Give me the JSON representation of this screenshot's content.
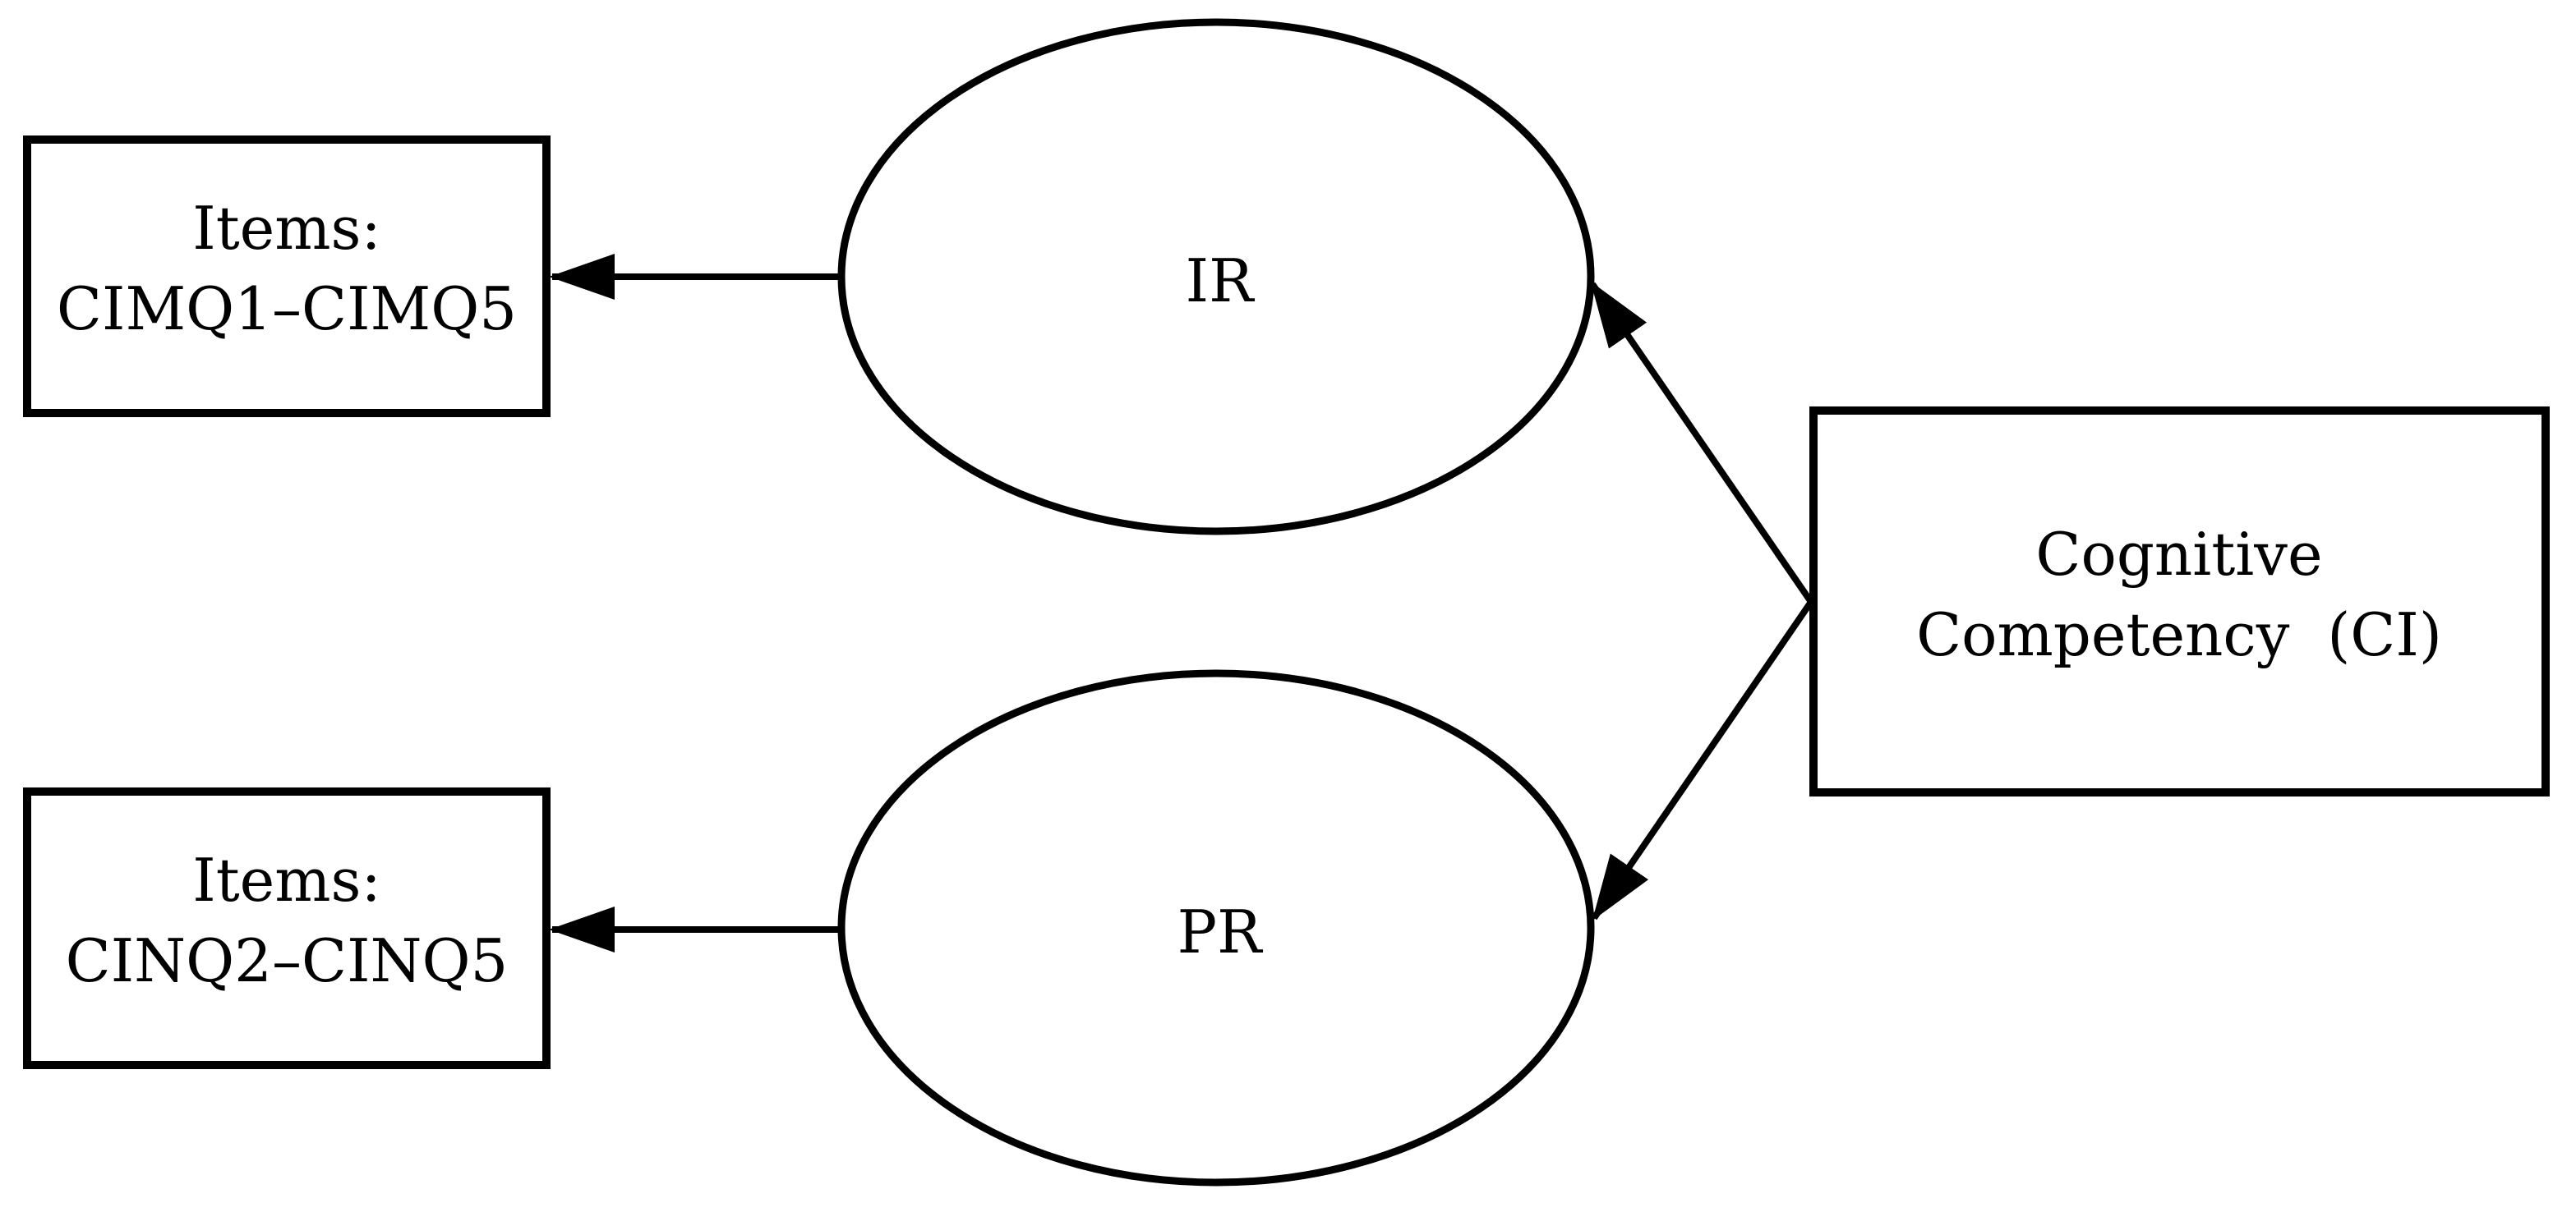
{
  "diagram": {
    "colors": {
      "ink": "#000000",
      "background": "#ffffff"
    },
    "nodes": {
      "items_cimq": {
        "type": "rectangle",
        "line1": "Items:",
        "line2": "CIMQ1–CIMQ5"
      },
      "ir": {
        "type": "ellipse",
        "label": "IR"
      },
      "items_cinq": {
        "type": "rectangle",
        "line1": "Items:",
        "line2": "CINQ2–CINQ5"
      },
      "pr": {
        "type": "ellipse",
        "label": "PR"
      },
      "cognitive_competency": {
        "type": "rectangle",
        "line1": "Cognitive",
        "line2": "Competency  (CI)"
      }
    },
    "edges": [
      {
        "from": "ir",
        "to": "items_cimq",
        "arrowhead": "at-items_cimq"
      },
      {
        "from": "pr",
        "to": "items_cinq",
        "arrowhead": "at-items_cinq"
      },
      {
        "from": "cognitive_competency",
        "to": "ir",
        "arrowhead": "at-ir"
      },
      {
        "from": "cognitive_competency",
        "to": "pr",
        "arrowhead": "at-pr"
      }
    ]
  }
}
